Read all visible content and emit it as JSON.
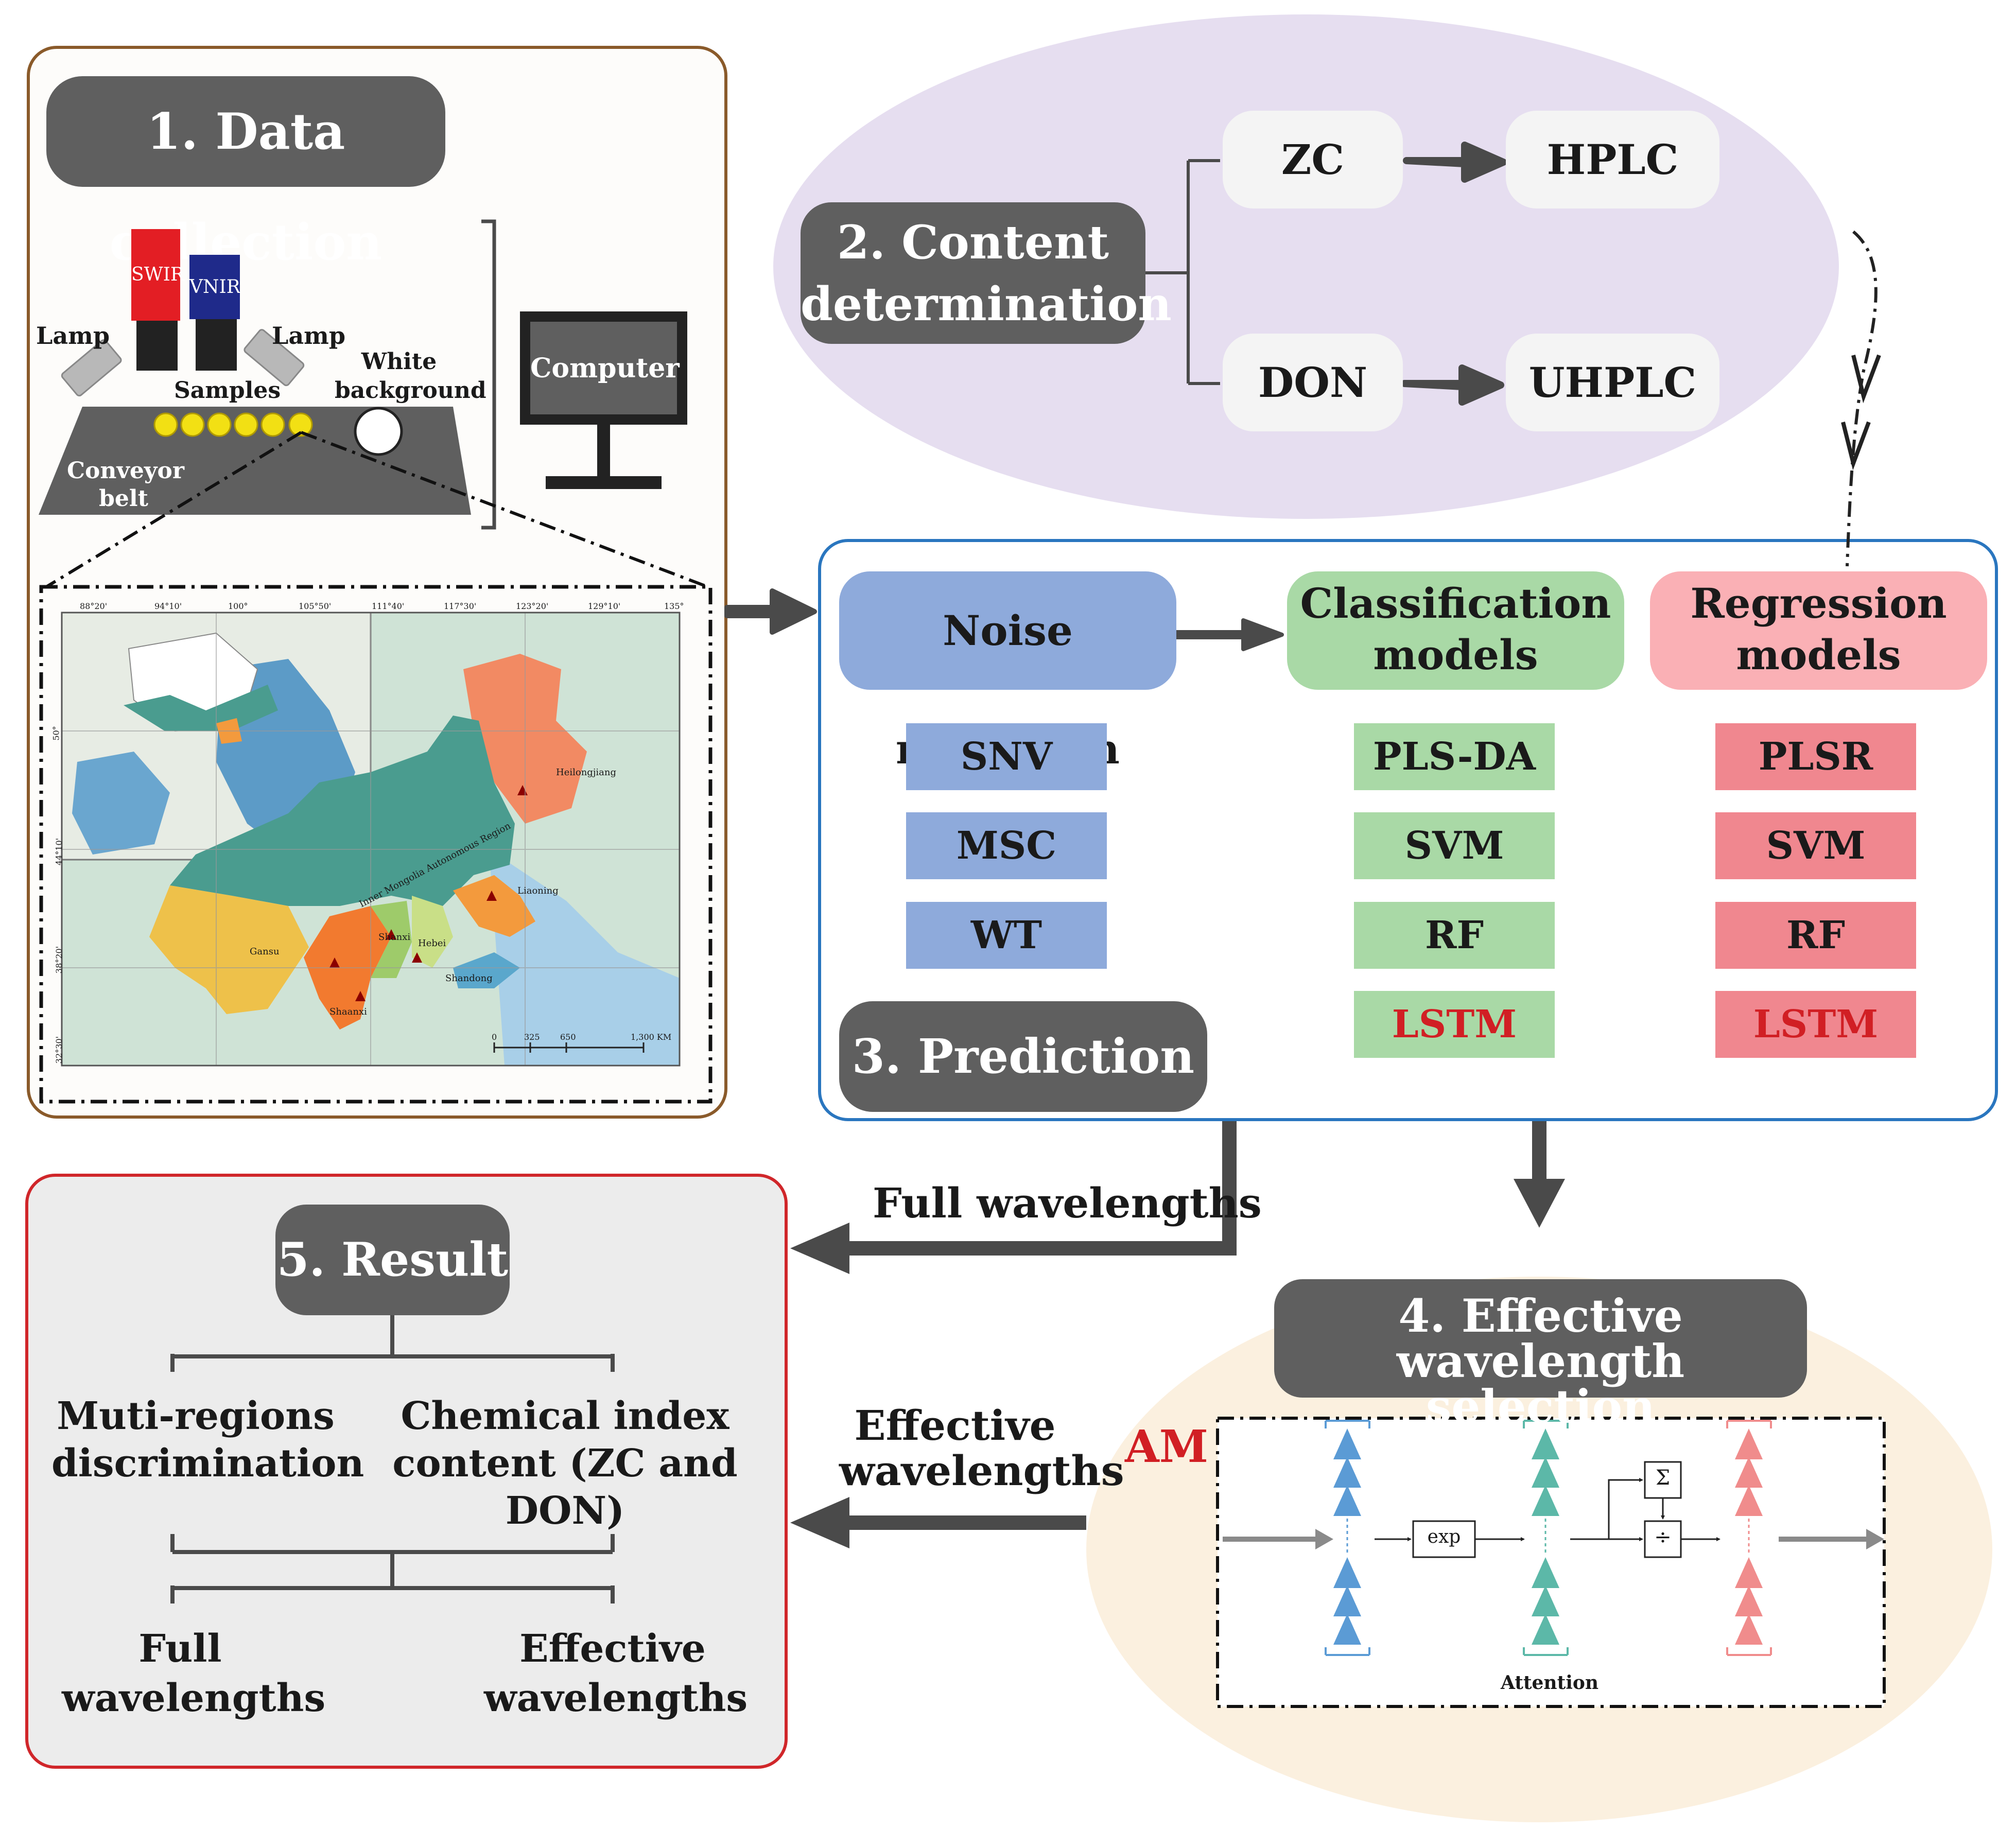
{
  "data_collection": {
    "title": "1. Data collection",
    "swir": "SWIR",
    "vnir": "VNIR",
    "lamp_left": "Lamp",
    "lamp_right": "Lamp",
    "samples": "Samples",
    "white_background": "White background",
    "conveyor_belt": "Conveyor belt",
    "computer": "Computer",
    "map_regions": [
      "Heilongjiang",
      "Inner Mongolia Autonomous Region",
      "Liaoning",
      "Hebei",
      "Shanxi",
      "Shandong",
      "Gansu",
      "Shaanxi"
    ],
    "map_scale": [
      "0",
      "325",
      "650",
      "1,300 KM"
    ],
    "map_lon_ticks": [
      "88°20'",
      "94°10'",
      "100°",
      "105°50'",
      "111°40'",
      "117°30'",
      "123°20'",
      "129°10'",
      "135°"
    ],
    "map_lat_ticks": [
      "50°",
      "44°10'",
      "38°20'",
      "32°30'"
    ]
  },
  "content_determination": {
    "title": "2. Content determination",
    "zc": "ZC",
    "hplc": "HPLC",
    "don": "DON",
    "uhplc": "UHPLC"
  },
  "prediction": {
    "title": "3. Prediction",
    "noise_reduction": "Noise reduction",
    "classification_models": "Classification models",
    "regression_models": "Regression models",
    "noise_methods": [
      "SNV",
      "MSC",
      "WT"
    ],
    "classification_methods": [
      "PLS-DA",
      "SVM",
      "RF",
      "LSTM"
    ],
    "regression_methods": [
      "PLSR",
      "SVM",
      "RF",
      "LSTM"
    ]
  },
  "effective_selection": {
    "title": "4. Effective wavelength selection",
    "am": "AM",
    "exp": "exp",
    "sum": "Σ",
    "div": "÷",
    "attention": "Attention"
  },
  "result": {
    "title": "5. Result",
    "left": "Muti-regions discrimination",
    "right": "Chemical index content (ZC and DON)",
    "bottom_left": "Full wavelengths",
    "bottom_right": "Effective wavelengths"
  },
  "arrows": {
    "full_wavelengths": "Full wavelengths",
    "effective_wavelengths": "Effective wavelengths"
  },
  "colors": {
    "dark_box": "#5f5f5f",
    "noise_blue": "#8eaadb",
    "class_green": "#a9d9a6",
    "regr_red": "#f0878f",
    "content_ellipse": "#e6def0",
    "selection_ellipse": "#fbf0df",
    "lstm_red": "#d11f24"
  }
}
